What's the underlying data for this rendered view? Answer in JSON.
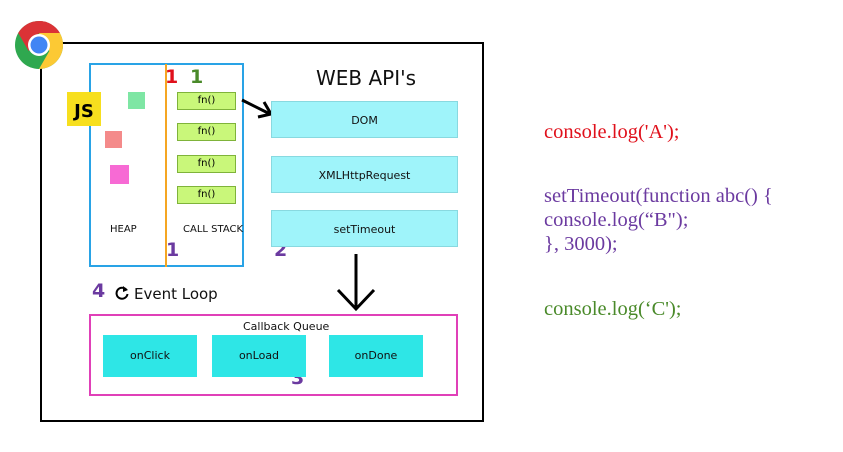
{
  "heap_stack": {
    "js_badge": "JS",
    "heap_label": "HEAP",
    "stack_label": "CALL STACK",
    "stack_frames": [
      "fn()",
      "fn()",
      "fn()",
      "fn()"
    ]
  },
  "markers": {
    "red_1": "1",
    "green_1": "1",
    "purple_1": "1",
    "two": "2",
    "three": "3",
    "four": "4"
  },
  "web_api": {
    "title": "WEB API's",
    "items": [
      "DOM",
      "XMLHttpRequest",
      "setTimeout"
    ]
  },
  "event_loop": {
    "label": "Event Loop",
    "icon": "refresh-icon"
  },
  "callback_queue": {
    "title": "Callback Queue",
    "items": [
      "onClick",
      "onLoad",
      "onDone"
    ]
  },
  "code": {
    "line_a": "console.log('A');",
    "line_b1": "setTimeout(function abc() {",
    "line_b2": "console.log(“B\");",
    "line_b3": "}, 3000);",
    "line_c": "console.log(‘C');"
  },
  "colors": {
    "red": "#e0101b",
    "purple": "#6b3aa0",
    "green": "#4a8a2a",
    "stack_border": "#29a3e6",
    "queue_border": "#e040b8",
    "api_fill": "#9ff4fa",
    "queue_fill": "#2ee6e6",
    "frame_fill": "#c9f77a"
  }
}
